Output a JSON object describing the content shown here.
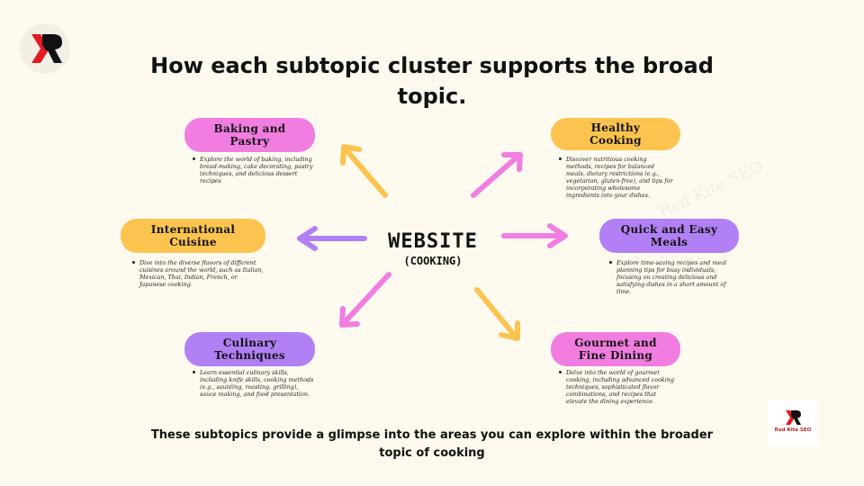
{
  "title": "How each subtopic cluster supports the broad topic.",
  "center": {
    "title": "WEBSITE",
    "subtitle": "(COOKING)"
  },
  "nodes": {
    "baking": {
      "label": "Baking and\nPastry",
      "description": "Explore the world of baking, including bread-making, cake decorating, pastry techniques, and delicious dessert recipes",
      "color": "#f27de0"
    },
    "healthy": {
      "label": "Healthy\nCooking",
      "description": "Discover nutritious cooking methods, recipes for balanced meals, dietary restrictions (e.g., vegetarian, gluten-free), and tips for incorporating wholesome ingredients into your dishes.",
      "color": "#fcc44f"
    },
    "international": {
      "label": "International\nCuisine",
      "description": "Dive into the diverse flavors of different cuisines around the world, such as Italian, Mexican, Thai, Indian, French, or Japanese cooking.",
      "color": "#fcc44f"
    },
    "quick": {
      "label": "Quick and Easy\nMeals",
      "description": "Explore time-saving recipes and meal planning tips for busy individuals, focusing on creating delicious and satisfying dishes in a short amount of time.",
      "color": "#b180f5"
    },
    "culinary": {
      "label": "Culinary\nTechniques",
      "description": "Learn essential culinary skills, including knife skills, cooking methods (e.g., sautéing, roasting, grilling), sauce making, and food presentation.",
      "color": "#b180f5"
    },
    "gourmet": {
      "label": "Gourmet and\nFine Dining",
      "description": "Delve into the world of gourmet cooking, including advanced cooking techniques, sophisticated flavor combinations, and recipes that elevate the dining experience.",
      "color": "#f27de0"
    }
  },
  "footer": "These subtopics provide a glimpse into the areas you can explore within the broader topic of cooking",
  "watermark": "Red Kite SEO",
  "brand": {
    "logo_text": "Red Kite SEO",
    "accent": "#e21b23"
  }
}
